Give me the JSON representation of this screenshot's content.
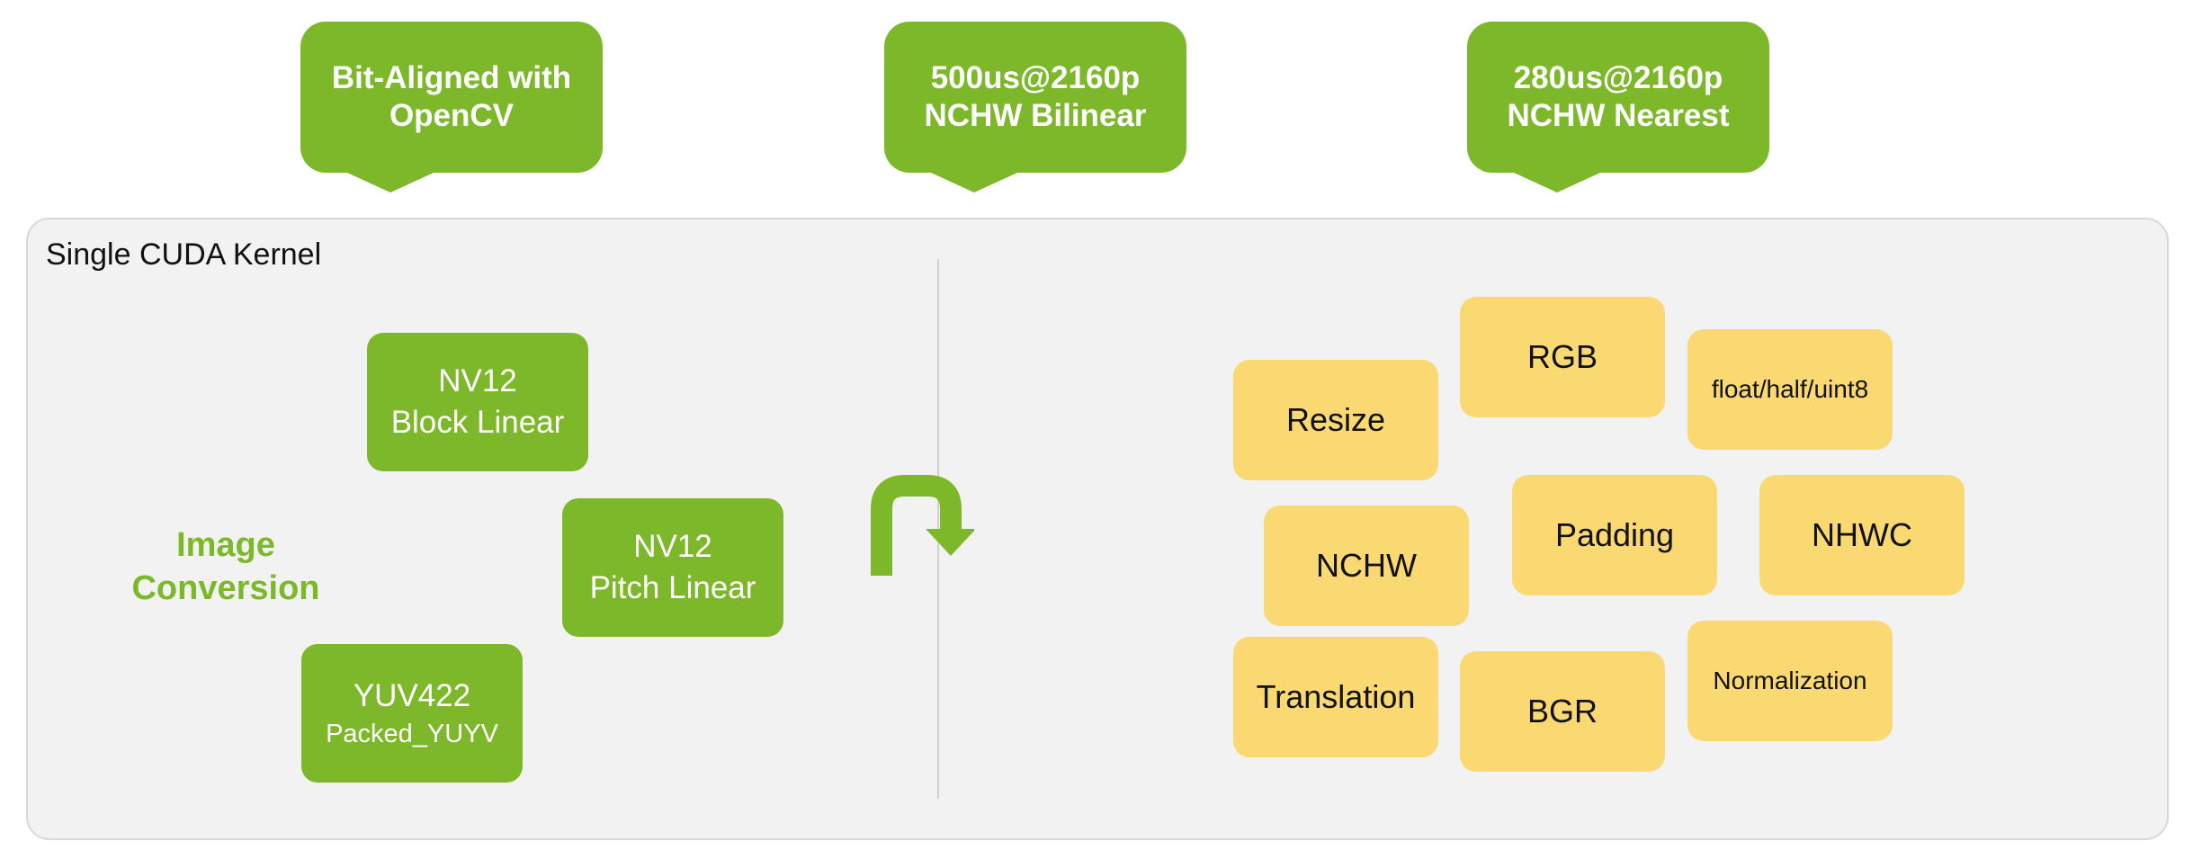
{
  "bubbles": [
    {
      "line1": "Bit-Aligned with",
      "line2": "OpenCV"
    },
    {
      "line1": "500us@2160p",
      "line2": "NCHW Bilinear"
    },
    {
      "line1": "280us@2160p",
      "line2": "NCHW Nearest"
    }
  ],
  "panel": {
    "title": "Single CUDA Kernel"
  },
  "conversion": {
    "label_line1": "Image",
    "label_line2": "Conversion",
    "formats": [
      {
        "line1": "NV12",
        "line2": "Block Linear"
      },
      {
        "line1": "NV12",
        "line2": "Pitch Linear"
      },
      {
        "line1": "YUV422",
        "line2": "Packed_YUYV"
      }
    ]
  },
  "operations": [
    "Resize",
    "RGB",
    "float/half/uint8",
    "NCHW",
    "Padding",
    "NHWC",
    "Translation",
    "BGR",
    "Normalization"
  ],
  "colors": {
    "green": "#7db82a",
    "yellow": "#fad973",
    "panel": "#f2f2f2"
  },
  "icons": {
    "flow_arrow": "curved-arrow-icon"
  }
}
